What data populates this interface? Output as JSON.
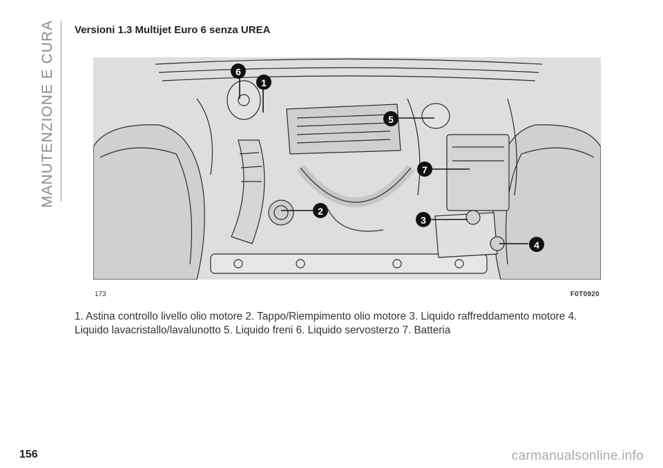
{
  "side_label": "MANUTENZIONE E CURA",
  "heading": "Versioni 1.3 Multijet Euro 6 senza UREA",
  "figure": {
    "number": "173",
    "code": "F0T0920",
    "callouts": [
      "6",
      "1",
      "5",
      "7",
      "2",
      "3",
      "4"
    ]
  },
  "caption": "1. Astina controllo livello olio motore 2. Tappo/Riempimento olio motore 3. Liquido raffreddamento motore 4. Liquido lavacristallo/lavalunotto 5. Liquido freni 6. Liquido servosterzo 7. Batteria",
  "page_number": "156",
  "watermark": "carmanualsonline.info"
}
